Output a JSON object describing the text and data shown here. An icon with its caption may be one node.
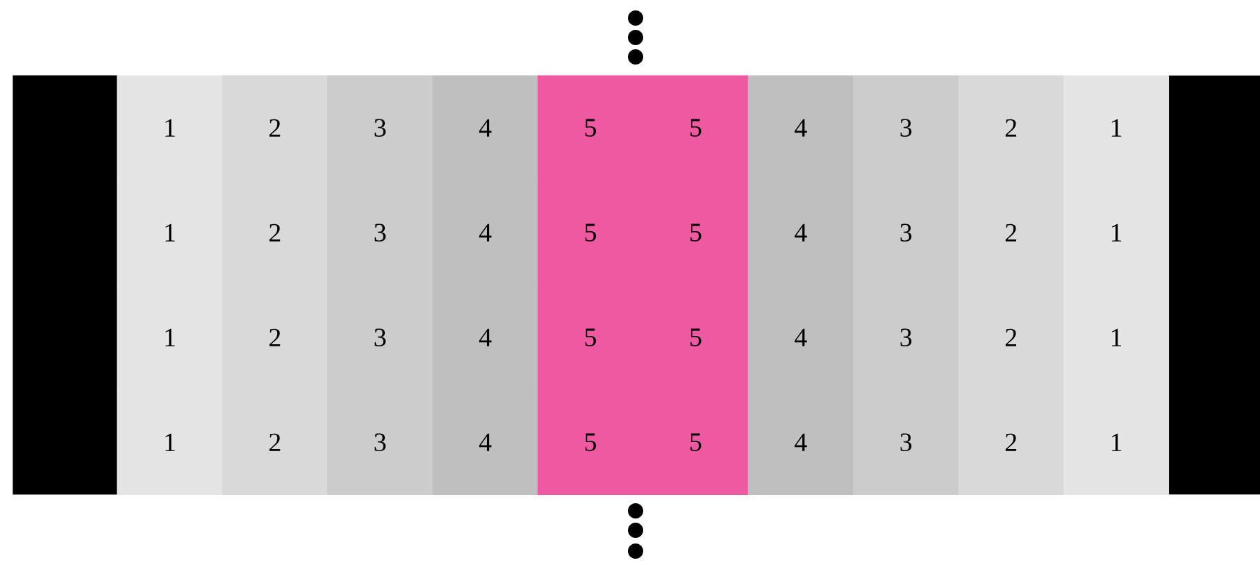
{
  "diagram": {
    "nodes": [
      {
        "text": [],
        "shape": "bar"
      },
      {
        "text": [],
        "shape": "bar"
      }
    ],
    "labels": [
      "1",
      "2",
      "3",
      "4",
      "5",
      "5",
      "4",
      "3",
      "2",
      "1",
      "1",
      "2",
      "3",
      "4",
      "5",
      "5",
      "4",
      "3",
      "2",
      "1",
      "1",
      "2",
      "3",
      "4",
      "5",
      "5",
      "4",
      "3",
      "2",
      "1",
      "1",
      "2",
      "3",
      "4",
      "5",
      "5",
      "4",
      "3",
      "2",
      "1"
    ]
  }
}
